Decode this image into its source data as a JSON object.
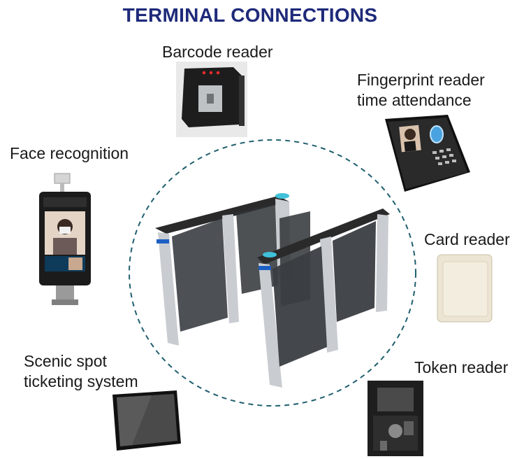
{
  "title": "TERMINAL CONNECTIONS",
  "labels": {
    "barcode": "Barcode reader",
    "fingerprint_line1": "Fingerprint reader",
    "fingerprint_line2": "time attendance",
    "face": "Face recognition",
    "card": "Card reader",
    "scenic_line1": "Scenic spot",
    "scenic_line2": "ticketing system",
    "token": "Token reader"
  },
  "colors": {
    "title": "#1e2a7a",
    "circle_dash": "#1f5f6e",
    "gate_steel": "#c9ccd1",
    "gate_glass": "#3a3d42",
    "gate_accent": "#1c5fc4",
    "indicator": "#3fc1d9"
  },
  "icons": {
    "barcode": "barcode-reader-icon",
    "fingerprint": "fingerprint-terminal-icon",
    "face": "face-recognition-terminal-icon",
    "card": "card-reader-icon",
    "ticketing": "monitor-icon",
    "token": "token-reader-icon",
    "gate": "swing-gate-turnstile-icon"
  }
}
